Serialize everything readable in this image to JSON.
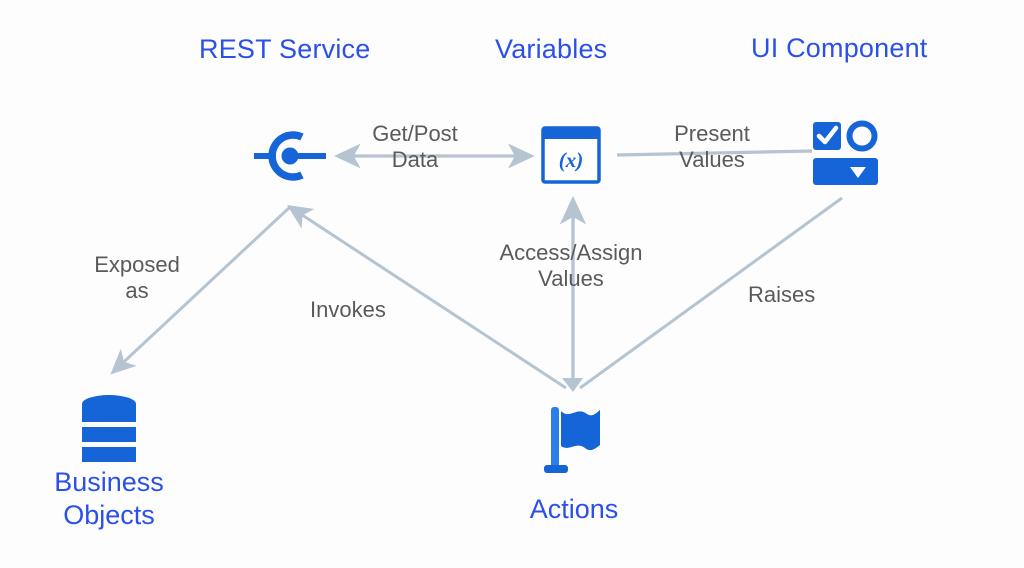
{
  "diagram": {
    "title_color": "#2b50e8",
    "label_color": "#5a5a5a",
    "icon_color": "#1565d8",
    "edge_color": "#b6c4d2",
    "background": "#fdfdfd",
    "nodes": [
      {
        "id": "rest-service",
        "label": "REST Service",
        "icon": "rest-service-icon",
        "label_position": "top"
      },
      {
        "id": "variables",
        "label": "Variables",
        "icon": "variables-icon",
        "label_position": "top"
      },
      {
        "id": "ui-component",
        "label": "UI Component",
        "icon": "ui-component-icon",
        "label_position": "top"
      },
      {
        "id": "business-objects",
        "label": "Business\nObjects",
        "icon": "database-icon",
        "label_position": "bottom",
        "label_line1": "Business",
        "label_line2": "Objects"
      },
      {
        "id": "actions",
        "label": "Actions",
        "icon": "flag-icon",
        "label_position": "bottom"
      }
    ],
    "edges": [
      {
        "id": "get-post-data",
        "label_line1": "Get/Post",
        "label_line2": "Data",
        "from": "rest-service",
        "to": "variables",
        "arrow": "both"
      },
      {
        "id": "present-values",
        "label_line1": "Present",
        "label_line2": "Values",
        "from": "ui-component",
        "to": "variables",
        "arrow": "none"
      },
      {
        "id": "exposed-as",
        "label_line1": "Exposed",
        "label_line2": "as",
        "from": "rest-service",
        "to": "business-objects",
        "arrow": "end"
      },
      {
        "id": "invokes",
        "label_line1": "Invokes",
        "label_line2": "",
        "from": "actions",
        "to": "rest-service",
        "arrow": "end"
      },
      {
        "id": "access-assign-values",
        "label_line1": "Access/Assign",
        "label_line2": "Values",
        "from": "actions",
        "to": "variables",
        "arrow": "end"
      },
      {
        "id": "raises",
        "label_line1": "Raises",
        "label_line2": "",
        "from": "ui-component",
        "to": "actions",
        "arrow": "end"
      }
    ]
  }
}
